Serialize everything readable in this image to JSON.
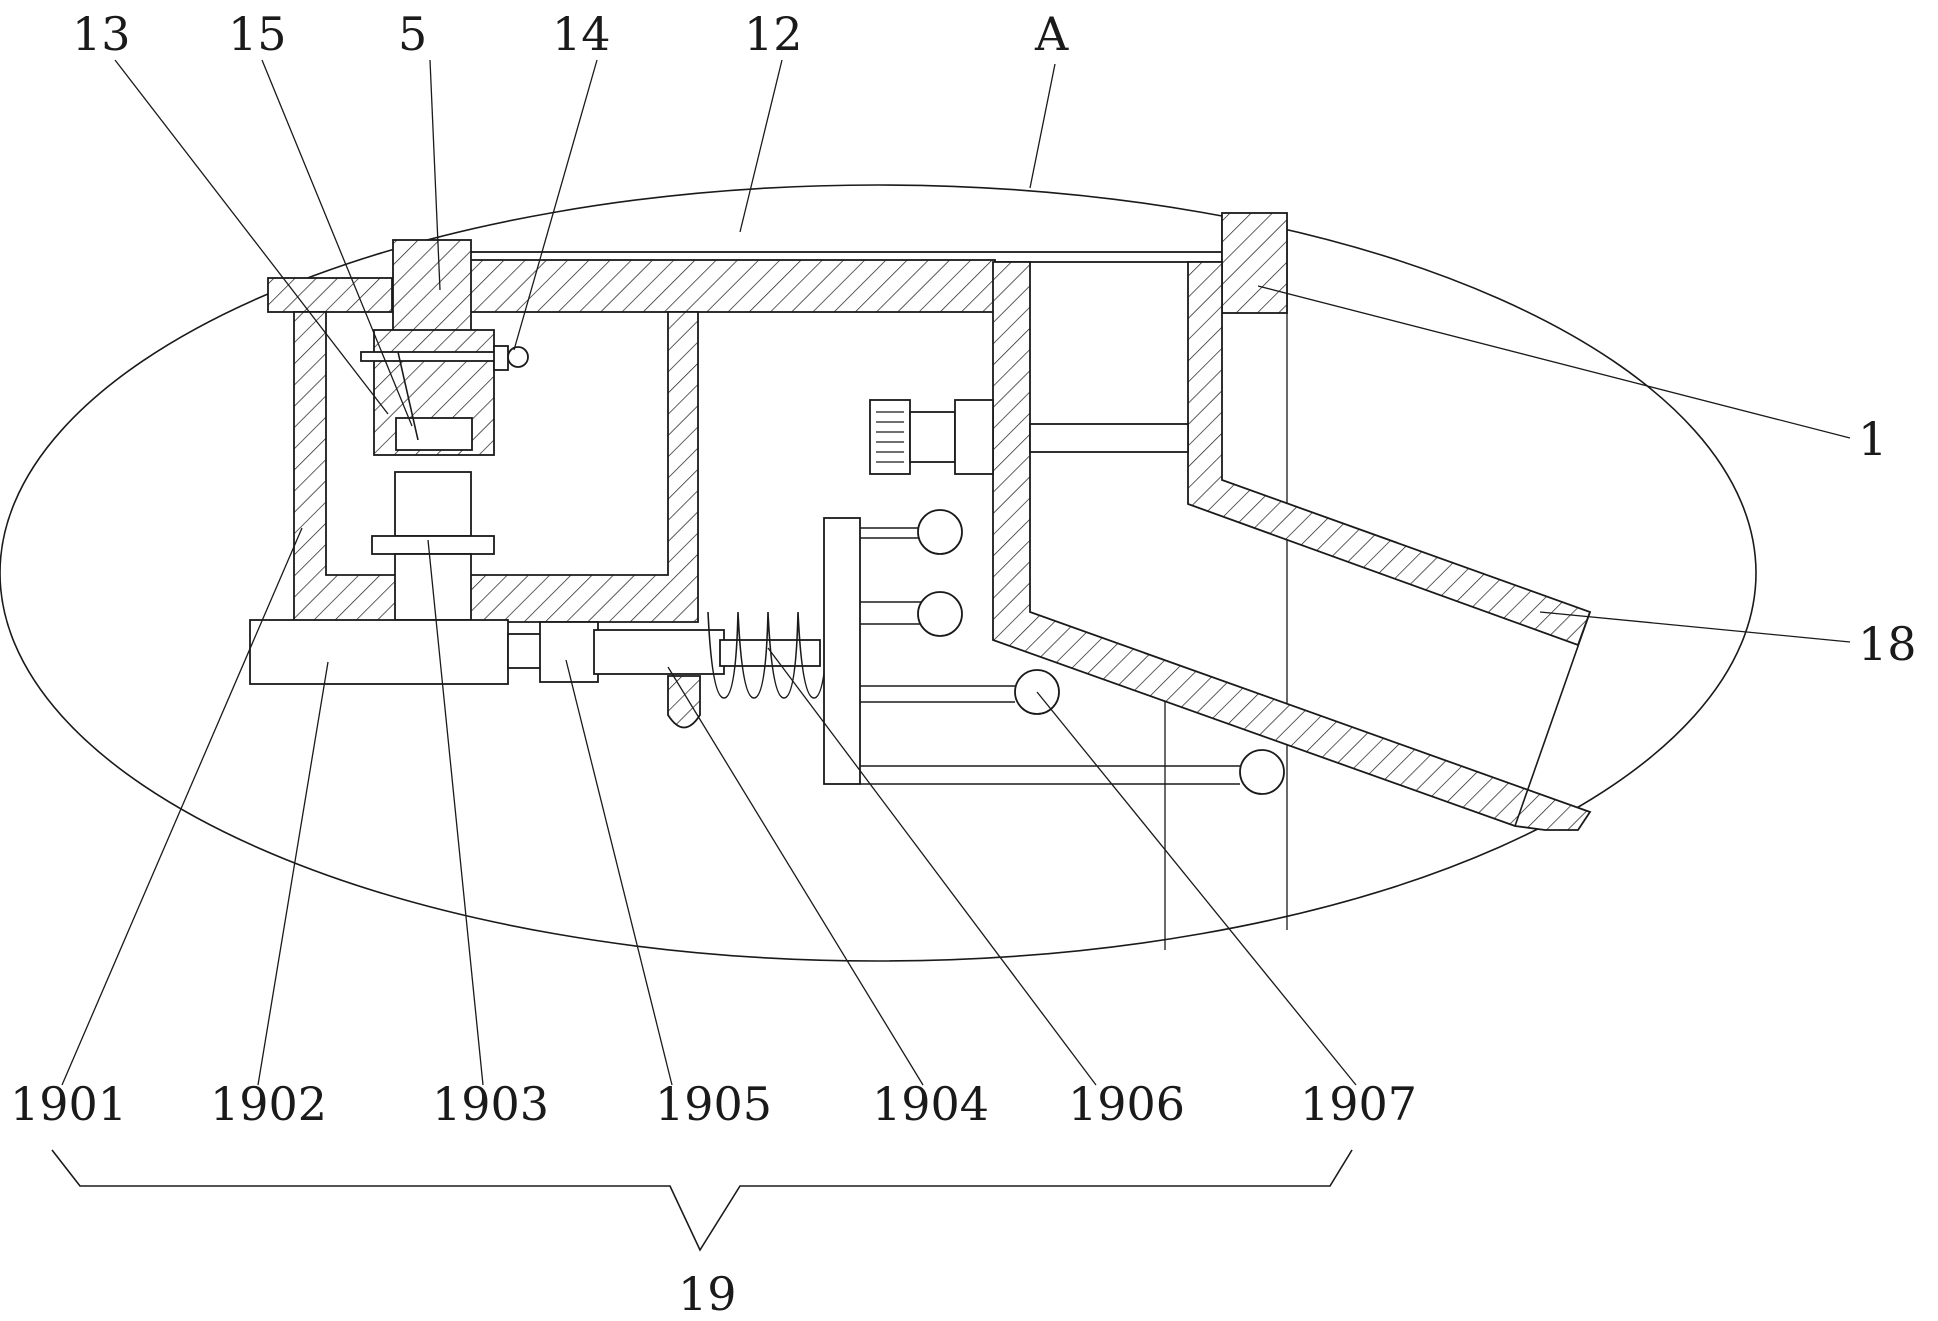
{
  "figure": {
    "labels": {
      "l13": "13",
      "l15": "15",
      "l5": "5",
      "l14": "14",
      "l12": "12",
      "lA": "A",
      "l1": "1",
      "l18": "18",
      "l1901": "1901",
      "l1902": "1902",
      "l1903": "1903",
      "l1905": "1905",
      "l1904": "1904",
      "l1906": "1906",
      "l1907": "1907",
      "l19": "19"
    }
  }
}
